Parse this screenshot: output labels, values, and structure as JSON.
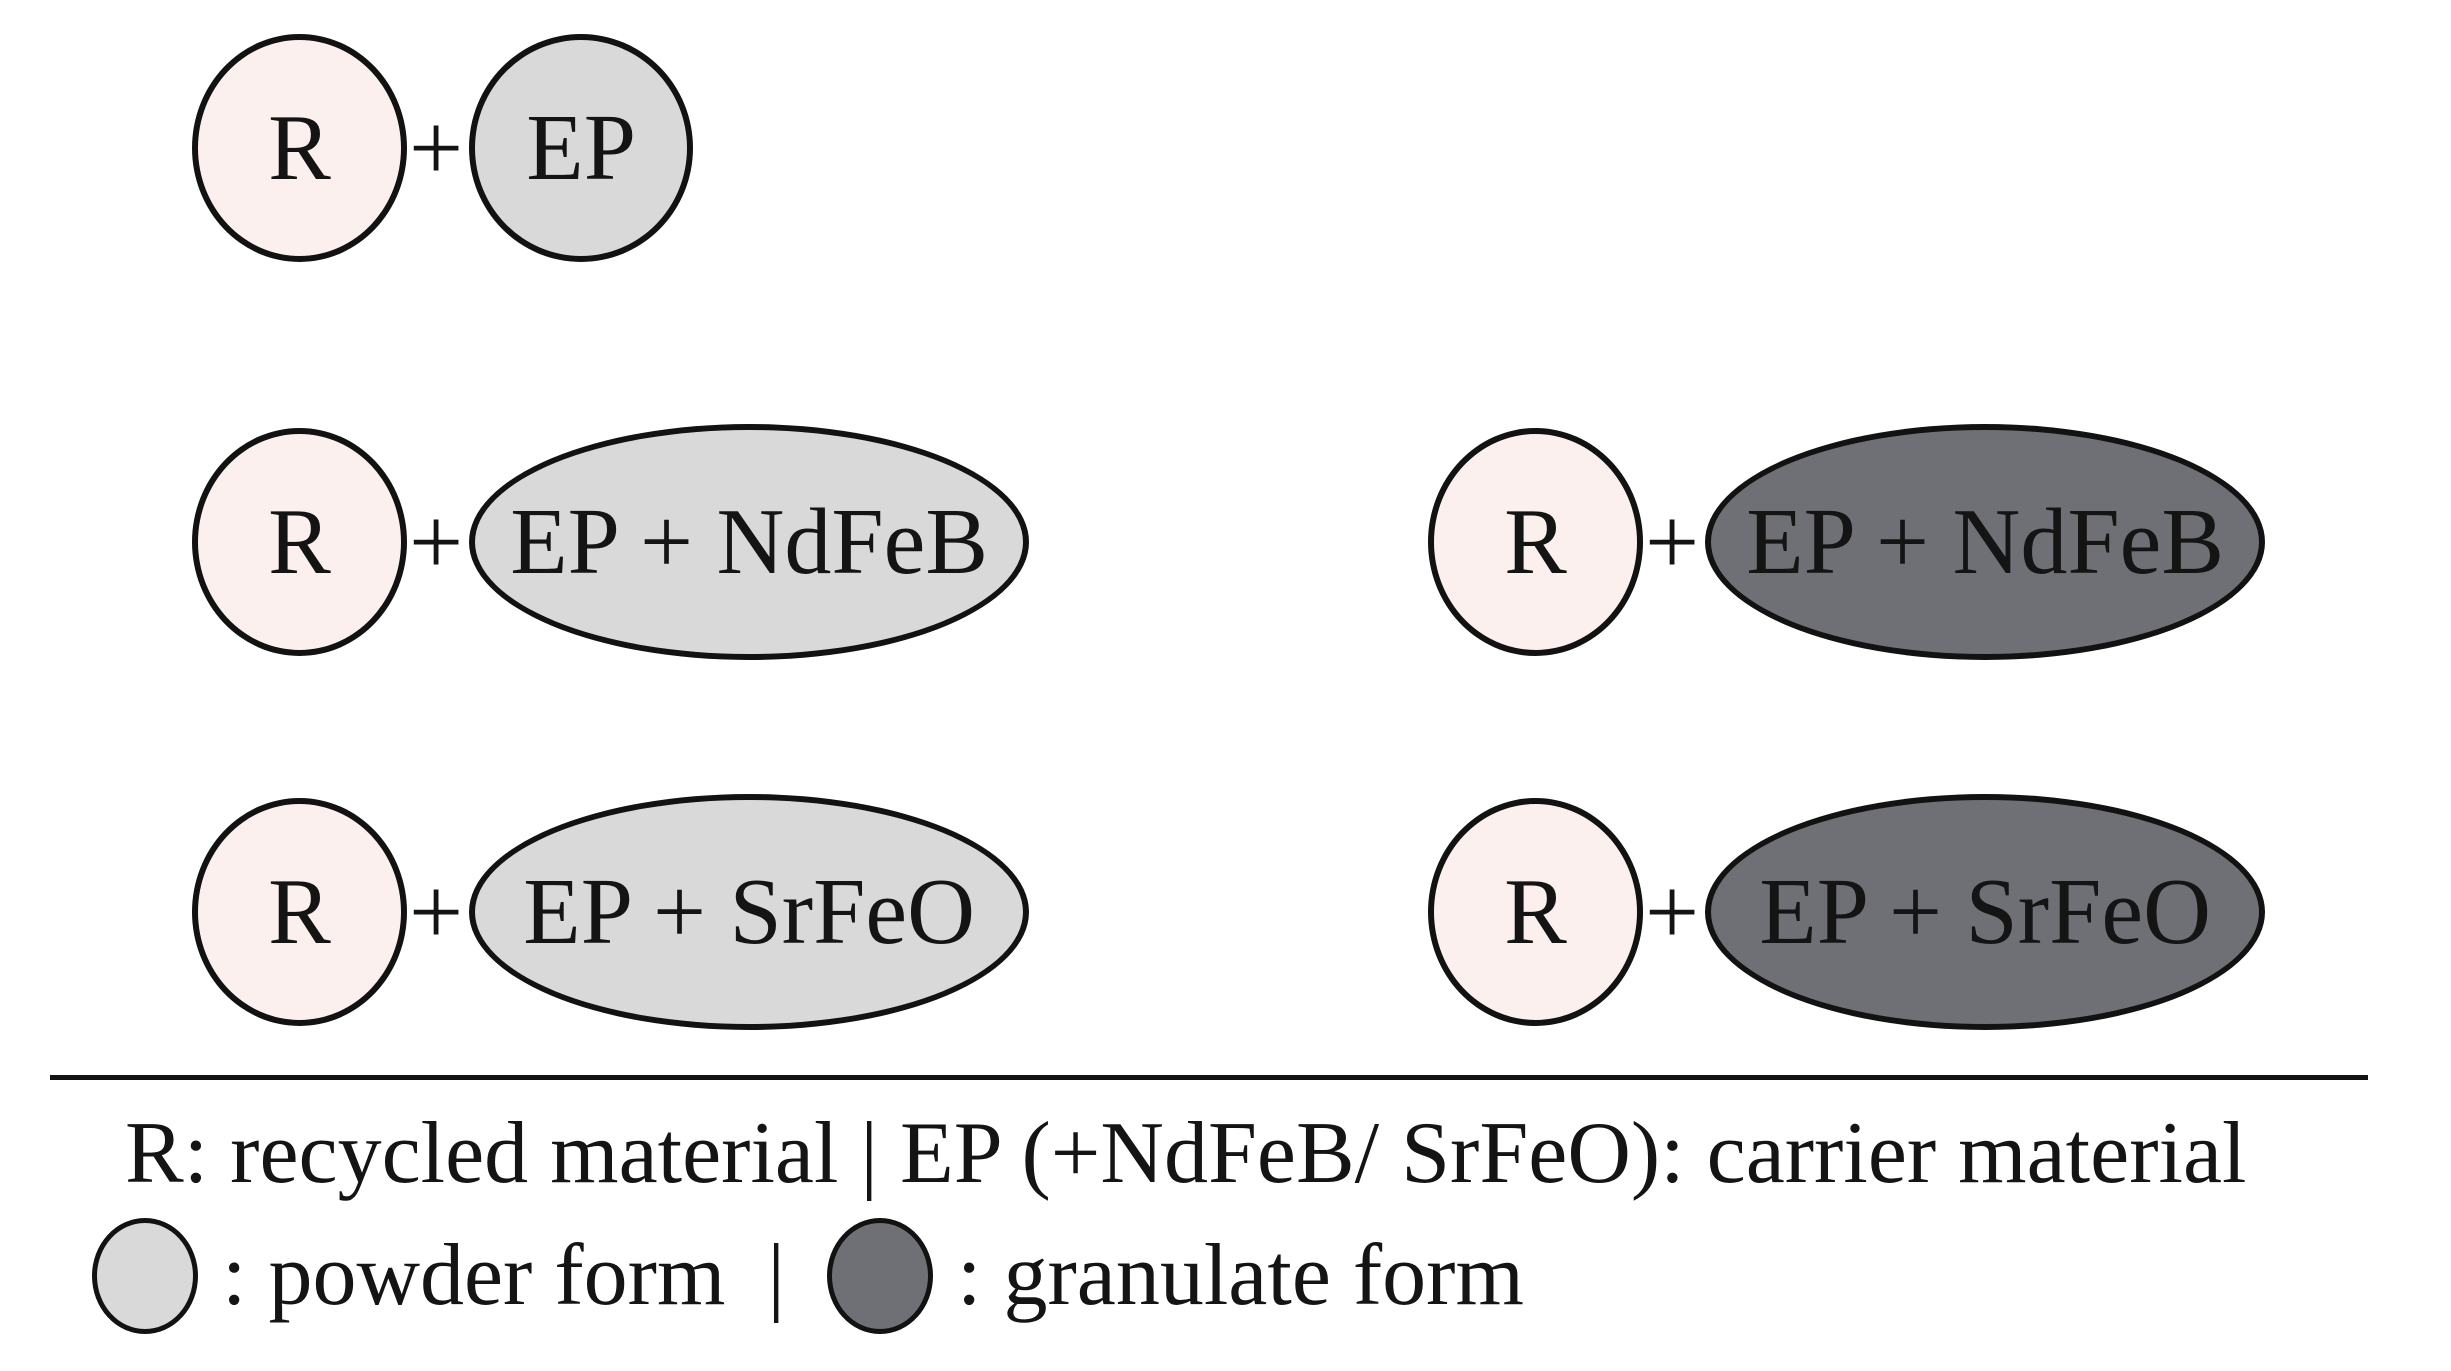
{
  "colors": {
    "background": "#ffffff",
    "outline": "#121212",
    "text": "#141414",
    "recycled_fill": "#fcf0ee",
    "powder_fill": "#d9d9d9",
    "granulate_fill": "#6e7075"
  },
  "diagram": {
    "plus": "+",
    "rows": [
      {
        "groups": [
          {
            "circle_label": "R",
            "blob_label": "EP",
            "form": "powder",
            "shape": "circle"
          }
        ]
      },
      {
        "groups": [
          {
            "circle_label": "R",
            "blob_label": "EP + NdFeB",
            "form": "powder",
            "shape": "ellipse"
          },
          {
            "circle_label": "R",
            "blob_label": "EP + NdFeB",
            "form": "granulate",
            "shape": "ellipse"
          }
        ]
      },
      {
        "groups": [
          {
            "circle_label": "R",
            "blob_label": "EP + SrFeO",
            "form": "powder",
            "shape": "ellipse"
          },
          {
            "circle_label": "R",
            "blob_label": "EP + SrFeO",
            "form": "granulate",
            "shape": "ellipse"
          }
        ]
      }
    ]
  },
  "legend": {
    "materials_line": "R: recycled material | EP (+NdFeB/ SrFeO): carrier material",
    "powder_label": ": powder form",
    "separator": "|",
    "granulate_label": ": granulate form"
  }
}
